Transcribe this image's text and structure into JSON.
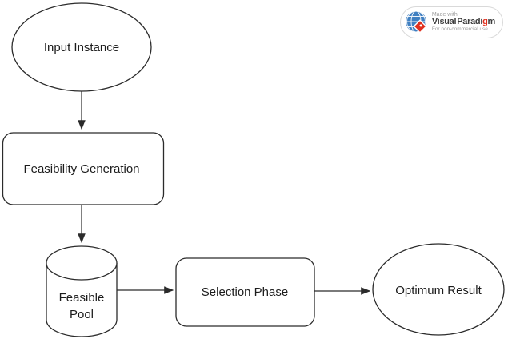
{
  "colors": {
    "canvas": "#ffffff",
    "shape_fill": "#ffffff",
    "stroke": "#2b2b2b",
    "text": "#1c1c1c",
    "accent_red": "#e0301e",
    "globe_blue": "#3f7fc1",
    "badge_border": "#d9d9d9",
    "badge_text_gray": "#9e9e9e",
    "brand_dark": "#3d3d3d"
  },
  "diagram": {
    "nodes": {
      "input_instance": {
        "type": "ellipse",
        "label": "Input Instance"
      },
      "feasibility_generation": {
        "type": "rounded-rect",
        "label": "Feasibility Generation"
      },
      "feasible_pool": {
        "type": "cylinder",
        "label_line1": "Feasible",
        "label_line2": "Pool"
      },
      "selection_phase": {
        "type": "rounded-rect",
        "label": "Selection Phase"
      },
      "optimum_result": {
        "type": "ellipse",
        "label": "Optimum Result"
      }
    },
    "edges": [
      {
        "from": "input_instance",
        "to": "feasibility_generation",
        "style": "arrow"
      },
      {
        "from": "feasibility_generation",
        "to": "feasible_pool",
        "style": "arrow"
      },
      {
        "from": "feasible_pool",
        "to": "selection_phase",
        "style": "arrow"
      },
      {
        "from": "selection_phase",
        "to": "optimum_result",
        "style": "arrow"
      }
    ]
  },
  "watermark": {
    "made_with": "Made with",
    "brand_part1": "Visual",
    "brand_part2": "Paradi",
    "brand_accent_letter": "g",
    "brand_part3": "m",
    "subtext": "For non-commercial use"
  }
}
